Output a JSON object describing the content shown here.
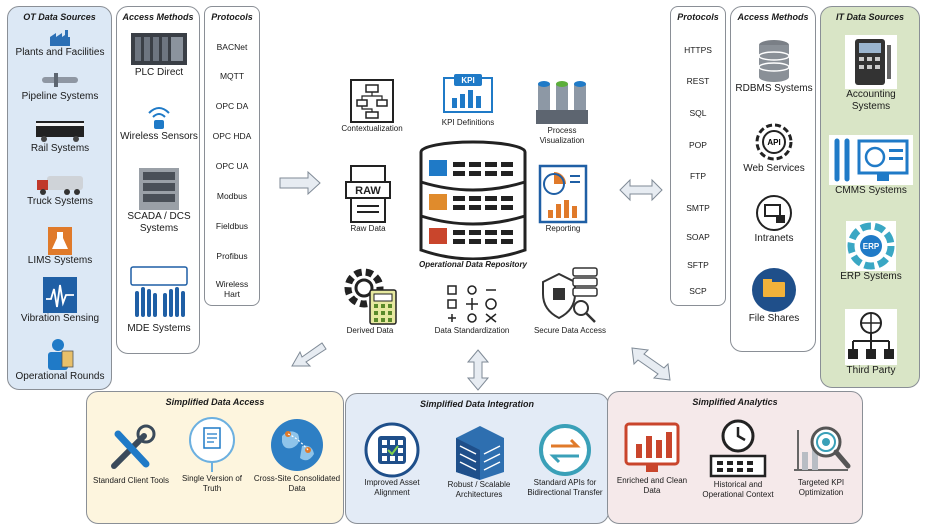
{
  "ot_sources": {
    "title": "OT Data Sources",
    "items": [
      "Plants and Facilities",
      "Pipeline Systems",
      "Rail Systems",
      "Truck Systems",
      "LIMS Systems",
      "Vibration Sensing",
      "Operational Rounds"
    ]
  },
  "ot_access": {
    "title": "Access Methods",
    "items": [
      "PLC Direct",
      "Wireless Sensors",
      "SCADA / DCS Systems",
      "MDE Systems"
    ]
  },
  "ot_protocols": {
    "title": "Protocols",
    "items": [
      "BACNet",
      "MQTT",
      "OPC DA",
      "OPC HDA",
      "OPC UA",
      "Modbus",
      "Fieldbus",
      "Profibus",
      "Wireless Hart"
    ]
  },
  "it_protocols": {
    "title": "Protocols",
    "items": [
      "HTTPS",
      "REST",
      "SQL",
      "POP",
      "FTP",
      "SMTP",
      "SOAP",
      "SFTP",
      "SCP"
    ]
  },
  "it_access": {
    "title": "Access Methods",
    "items": [
      "RDBMS Systems",
      "Web Services",
      "Intranets",
      "File Shares"
    ]
  },
  "it_sources": {
    "title": "IT Data Sources",
    "items": [
      "Accounting Systems",
      "CMMS Systems",
      "ERP Systems",
      "Third Party"
    ]
  },
  "center": {
    "contextualization": "Contextualization",
    "kpi_definitions": "KPI Definitions",
    "kpi_badge": "KPI",
    "process_visualization": "Process Visualization",
    "raw_data": "Raw Data",
    "raw_badge": "RAW",
    "reporting": "Reporting",
    "repository": "Operational Data Repository",
    "derived_data": "Derived Data",
    "data_standardization": "Data Standardization",
    "secure_data_access": "Secure Data Access",
    "api_badge": "API",
    "erp_badge": "ERP"
  },
  "simplified_access": {
    "title": "Simplified Data Access",
    "items": [
      "Standard Client Tools",
      "Single Version of Truth",
      "Cross-Site Consolidated Data"
    ]
  },
  "simplified_integration": {
    "title": "Simplified Data Integration",
    "items": [
      "Improved Asset Alignment",
      "Robust / Scalable Architectures",
      "Standard APIs for Bidirectional Transfer"
    ]
  },
  "simplified_analytics": {
    "title": "Simplified Analytics",
    "items": [
      "Enriched and Clean Data",
      "Historical and Operational Context",
      "Targeted KPI Optimization"
    ]
  },
  "colors": {
    "ot_bg": "#dce8f5",
    "it_bg": "#d9e5c6",
    "access_bg": "#fdf5de",
    "integration_bg": "#e3ebf6",
    "analytics_bg": "#f5e9ea",
    "accent_blue": "#1f7ac7",
    "accent_orange": "#e07a2a",
    "accent_red": "#c9452c"
  }
}
